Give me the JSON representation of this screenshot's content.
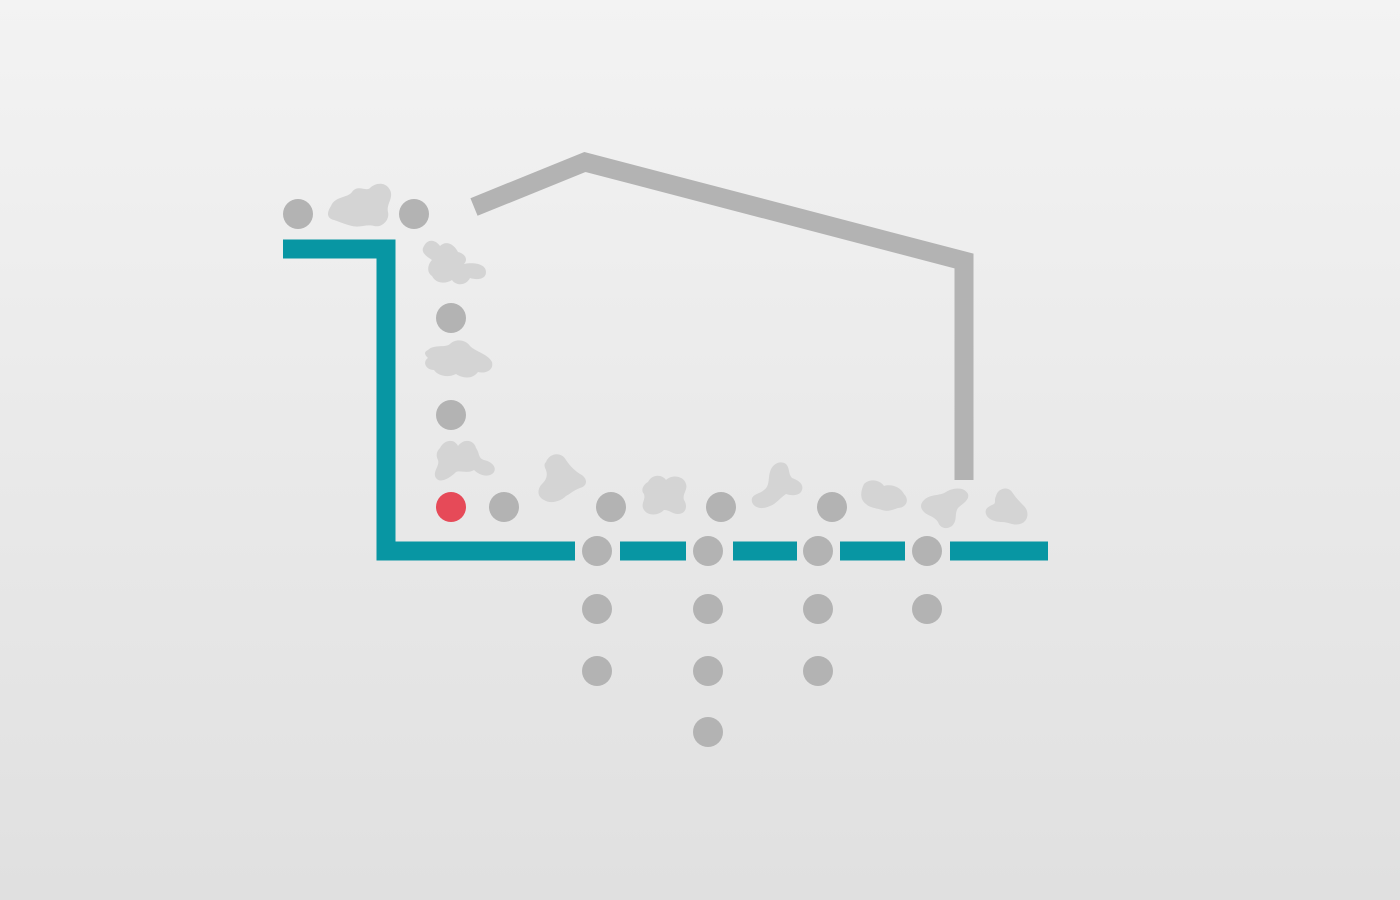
{
  "diagram": {
    "type": "building-cross-section-icon",
    "caption": "",
    "colors": {
      "background_top": "#f3f3f3",
      "background_bottom": "#e0e0e0",
      "roof_and_wall": "#b3b3b3",
      "barrier": "#0896a3",
      "particle": "#b3b3b3",
      "highlight_particle": "#e64a58",
      "debris": "#d4d4d4"
    },
    "elements": [
      "roof-and-wall-outline",
      "barrier-line",
      "particle-dots",
      "highlight-particle",
      "debris-clusters"
    ]
  }
}
